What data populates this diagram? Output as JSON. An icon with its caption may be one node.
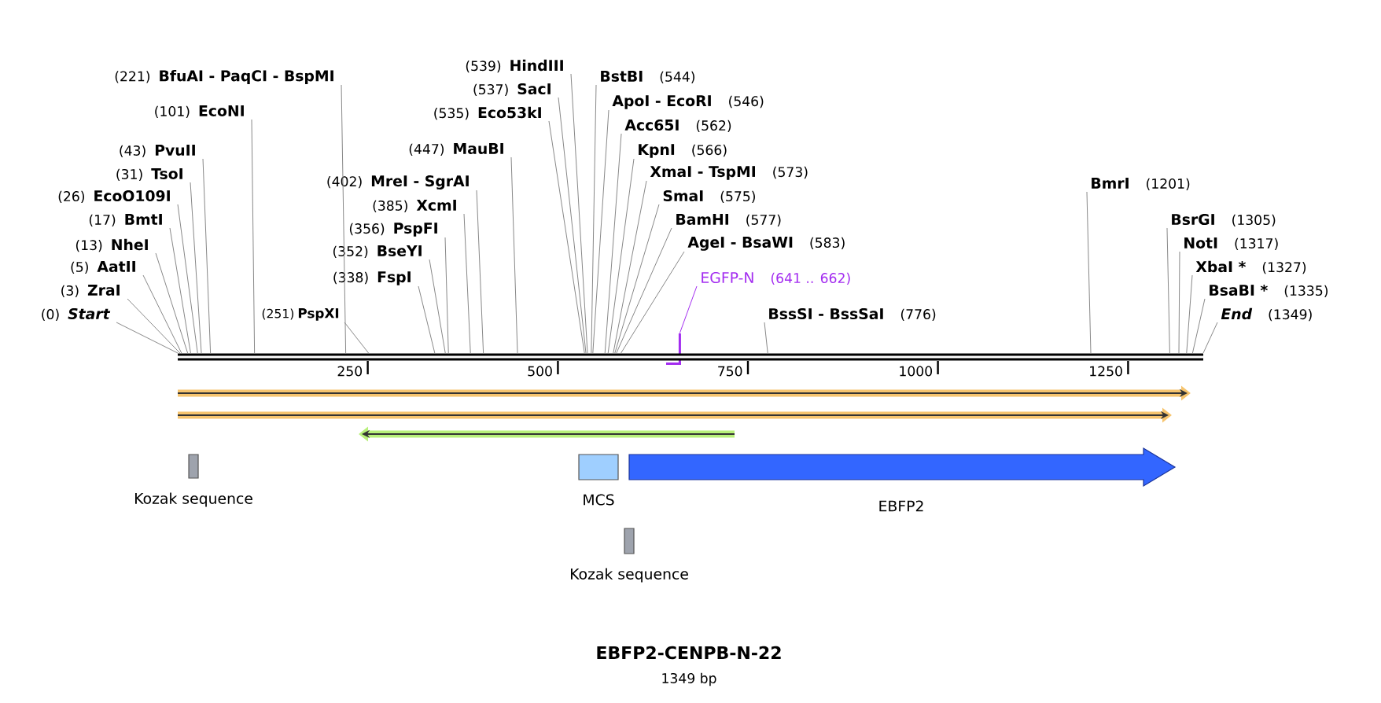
{
  "diagram": {
    "title": "EBFP2-CENPB-N-22",
    "caption": "1349 bp",
    "nodes": [
      {
        "text": [
          "(221)",
          "BfuAI - PaqCI - BspMI"
        ]
      },
      {
        "text": [
          "(101)",
          "EcoNI"
        ]
      },
      {
        "text": [
          "(43)",
          "PvuII"
        ]
      },
      {
        "text": [
          "(31)",
          "TsoI"
        ]
      },
      {
        "text": [
          "(26)",
          "EcoO109I"
        ]
      },
      {
        "text": [
          "(17)",
          "BmtI"
        ]
      },
      {
        "text": [
          "(13)",
          "NheI"
        ]
      },
      {
        "text": [
          "(5)",
          "AatII"
        ]
      },
      {
        "text": [
          "(3)",
          "ZraI"
        ]
      },
      {
        "text": [
          "(0)",
          "Start"
        ]
      },
      {
        "text": [
          "(251)",
          "PspXI"
        ]
      },
      {
        "text": [
          "(402)",
          "MreI - SgrAI"
        ]
      },
      {
        "text": [
          "(385)",
          "XcmI"
        ]
      },
      {
        "text": [
          "(356)",
          "PspFI"
        ]
      },
      {
        "text": [
          "(352)",
          "BseYI"
        ]
      },
      {
        "text": [
          "(338)",
          "FspI"
        ]
      },
      {
        "text": [
          "(447)",
          "MauBI"
        ]
      },
      {
        "text": [
          "(539)",
          "HindIII"
        ]
      },
      {
        "text": [
          "(537)",
          "SacI"
        ]
      },
      {
        "text": [
          "(535)",
          "Eco53kI"
        ]
      },
      {
        "text": [
          "BstBI",
          "(544)"
        ]
      },
      {
        "text": [
          "ApoI - EcoRI",
          "(546)"
        ]
      },
      {
        "text": [
          "Acc65I",
          "(562)"
        ]
      },
      {
        "text": [
          "KpnI",
          "(566)"
        ]
      },
      {
        "text": [
          "XmaI - TspMI",
          "(573)"
        ]
      },
      {
        "text": [
          "SmaI",
          "(575)"
        ]
      },
      {
        "text": [
          "BamHI",
          "(577)"
        ]
      },
      {
        "text": [
          "AgeI - BsaWI",
          "(583)"
        ]
      },
      {
        "text": [
          "EGFP-N",
          "(641 .. 662)"
        ]
      },
      {
        "text": [
          "BssSI - BssSaI",
          "(776)"
        ]
      },
      {
        "text": [
          "BmrI",
          "(1201)"
        ]
      },
      {
        "text": [
          "BsrGI",
          "(1305)"
        ]
      },
      {
        "text": [
          "NotI",
          "(1317)"
        ]
      },
      {
        "text": [
          "XbaI *",
          "(1327)"
        ]
      },
      {
        "text": [
          "BsaBI *",
          "(1335)"
        ]
      },
      {
        "text": [
          "End",
          "(1349)"
        ]
      },
      {
        "text": [],
        "shape": "box",
        "beside": [
          "Kozak sequence"
        ]
      },
      {
        "text": [],
        "shape": "box",
        "beside": [
          "MCS"
        ]
      },
      {
        "text": [],
        "shape": "arrow",
        "beside": [
          "EBFP2"
        ]
      },
      {
        "text": [],
        "shape": "box",
        "beside": [
          "Kozak sequence"
        ]
      },
      {
        "text": [],
        "shape": "bar"
      },
      {
        "text": [],
        "shape": "bar"
      }
    ],
    "edges": [
      {
        "from": 0,
        "to": 41,
        "arrow": "none"
      },
      {
        "from": 1,
        "to": 41,
        "arrow": "none"
      },
      {
        "from": 2,
        "to": 41,
        "arrow": "none"
      },
      {
        "from": 3,
        "to": 41,
        "arrow": "none"
      },
      {
        "from": 4,
        "to": 41,
        "arrow": "none"
      },
      {
        "from": 5,
        "to": 41,
        "arrow": "none"
      },
      {
        "from": 6,
        "to": 41,
        "arrow": "none"
      },
      {
        "from": 7,
        "to": 41,
        "arrow": "none"
      },
      {
        "from": 8,
        "to": 41,
        "arrow": "none"
      },
      {
        "from": 9,
        "to": 41,
        "arrow": "none"
      },
      {
        "from": 10,
        "to": 41,
        "arrow": "none"
      },
      {
        "from": 11,
        "to": 41,
        "arrow": "none"
      },
      {
        "from": 12,
        "to": 41,
        "arrow": "none"
      },
      {
        "from": 13,
        "to": 41,
        "arrow": "none"
      },
      {
        "from": 14,
        "to": 41,
        "arrow": "none"
      },
      {
        "from": 15,
        "to": 41,
        "arrow": "none"
      },
      {
        "from": 16,
        "to": 41,
        "arrow": "none"
      },
      {
        "from": 17,
        "to": 41,
        "arrow": "none"
      },
      {
        "from": 18,
        "to": 41,
        "arrow": "none"
      },
      {
        "from": 19,
        "to": 41,
        "arrow": "none"
      },
      {
        "from": 20,
        "to": 41,
        "arrow": "none"
      },
      {
        "from": 21,
        "to": 41,
        "arrow": "none"
      },
      {
        "from": 22,
        "to": 41,
        "arrow": "none"
      },
      {
        "from": 23,
        "to": 41,
        "arrow": "none"
      },
      {
        "from": 24,
        "to": 41,
        "arrow": "none"
      },
      {
        "from": 25,
        "to": 41,
        "arrow": "none"
      },
      {
        "from": 26,
        "to": 41,
        "arrow": "none"
      },
      {
        "from": 27,
        "to": 41,
        "arrow": "none"
      },
      {
        "from": 28,
        "to": 40,
        "arrow": "none",
        "color": "#a32cf0"
      },
      {
        "from": 29,
        "to": 41,
        "arrow": "none"
      },
      {
        "from": 30,
        "to": 41,
        "arrow": "none"
      },
      {
        "from": 31,
        "to": 41,
        "arrow": "none"
      },
      {
        "from": 32,
        "to": 41,
        "arrow": "none"
      },
      {
        "from": 33,
        "to": 41,
        "arrow": "none"
      },
      {
        "from": 34,
        "to": 41,
        "arrow": "none"
      },
      {
        "from": 35,
        "to": 41,
        "arrow": "none"
      }
    ],
    "labels": [
      "250",
      "500",
      "750",
      "1000",
      "1250"
    ]
  }
}
